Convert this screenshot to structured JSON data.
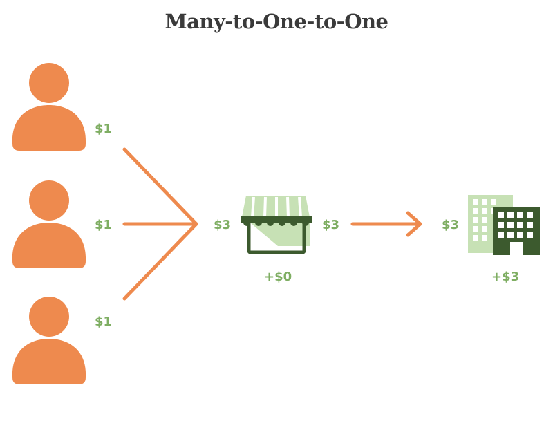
{
  "title": "Many-to-One-to-One",
  "colors": {
    "person": "#ee8a4e",
    "arrow": "#ee8a4e",
    "money_text": "#7fae63",
    "dark_green": "#3c5a2e",
    "light_green": "#c7e1b5",
    "title_text": "#3a3a3a"
  },
  "persons": [
    {
      "icon": "person-icon",
      "amount": "$1"
    },
    {
      "icon": "person-icon",
      "amount": "$1"
    },
    {
      "icon": "person-icon",
      "amount": "$1"
    }
  ],
  "middleman": {
    "icon": "storefront-icon",
    "amount_in": "$3",
    "amount_out": "$3",
    "net": "+$0"
  },
  "company": {
    "icon": "office-building-icon",
    "amount_in": "$3",
    "net": "+$3"
  }
}
